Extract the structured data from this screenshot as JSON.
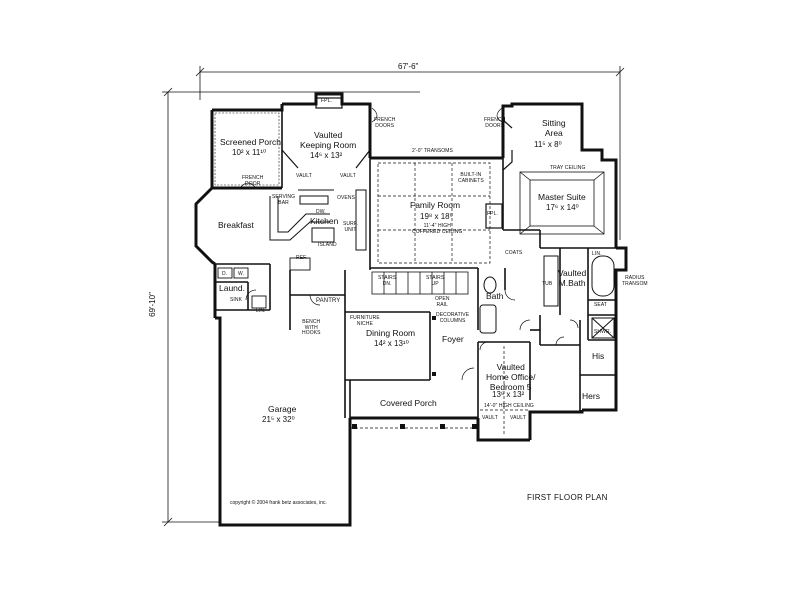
{
  "plan_title": "FIRST FLOOR PLAN",
  "copyright": "copyright © 2004 frank betz associates, inc.",
  "overall_width": "67'-6\"",
  "overall_depth": "69'-10\"",
  "rooms": {
    "screened_porch": {
      "name": "Screened Porch",
      "dim": "10² x 11¹⁰"
    },
    "keeping_room": {
      "name": "Vaulted\nKeeping Room",
      "dim": "14⁶ x 13²"
    },
    "breakfast": {
      "name": "Breakfast"
    },
    "kitchen": {
      "name": "Kitchen"
    },
    "family_room": {
      "name": "Family Room",
      "dim": "19⁸ x 18⁰"
    },
    "sitting_area": {
      "name": "Sitting\nArea",
      "dim": "11⁵ x 8⁰"
    },
    "master_suite": {
      "name": "Master Suite",
      "dim": "17⁶ x 14⁰"
    },
    "master_bath": {
      "name": "Vaulted\nM.Bath"
    },
    "laundry": {
      "name": "Laund."
    },
    "dining_room": {
      "name": "Dining Room",
      "dim": "14² x 13¹⁰"
    },
    "foyer": {
      "name": "Foyer"
    },
    "bath": {
      "name": "Bath"
    },
    "home_office": {
      "name": "Vaulted\nHome Office/\nBedroom 5",
      "dim": "13⁶ x 13²"
    },
    "his": {
      "name": "His"
    },
    "hers": {
      "name": "Hers"
    },
    "garage": {
      "name": "Garage",
      "dim": "21⁵ x 32⁰"
    },
    "covered_porch": {
      "name": "Covered Porch"
    },
    "pantry": {
      "name": "PANTRY"
    }
  },
  "notes": {
    "fpl_top": "FPL.",
    "french_doors_left": "FRENCH\nDOORS",
    "french_doors_right": "FRENCH\nDOORS",
    "french_door_porch": "FRENCH\nDOOR",
    "transoms": "2'-0\" TRANSOMS",
    "vault_left": "VAULT",
    "vault_right": "VAULT",
    "serving_bar": "SERVING\nBAR",
    "ovens": "OVENS",
    "dw": "DW.",
    "surf_unit": "SURF.\nUNIT",
    "island": "ISLAND",
    "builtin_cabinets": "BUILT-IN\nCABINETS",
    "fpl_family": "FPL.",
    "coffered": "11'-4\" HIGH\nCOFFERED CEILING",
    "tray_ceiling": "TRAY CEILING",
    "coats": "COATS",
    "lin_top": "LIN.",
    "radius_transom": "RADIUS\nTRANSOM",
    "tub": "TUB",
    "seat": "SEAT",
    "shwr": "SHWR.",
    "ref": "REF.",
    "d": "D.",
    "w": "W.",
    "sink": "SINK",
    "lin_laundry": "LIN.",
    "bench": "BENCH\nWITH\nHOOKS",
    "stairs_dn": "STAIRS\nDN.",
    "stairs_up": "STAIRS\nUP",
    "open_rail": "OPEN\nRAIL",
    "decorative_columns": "DECORATIVE\nCOLUMNS",
    "furniture_niche": "FURNITURE\nNICHE",
    "high_ceiling": "14'-0\" HIGH CEILING",
    "vault_office_left": "VAULT",
    "vault_office_right": "VAULT"
  }
}
